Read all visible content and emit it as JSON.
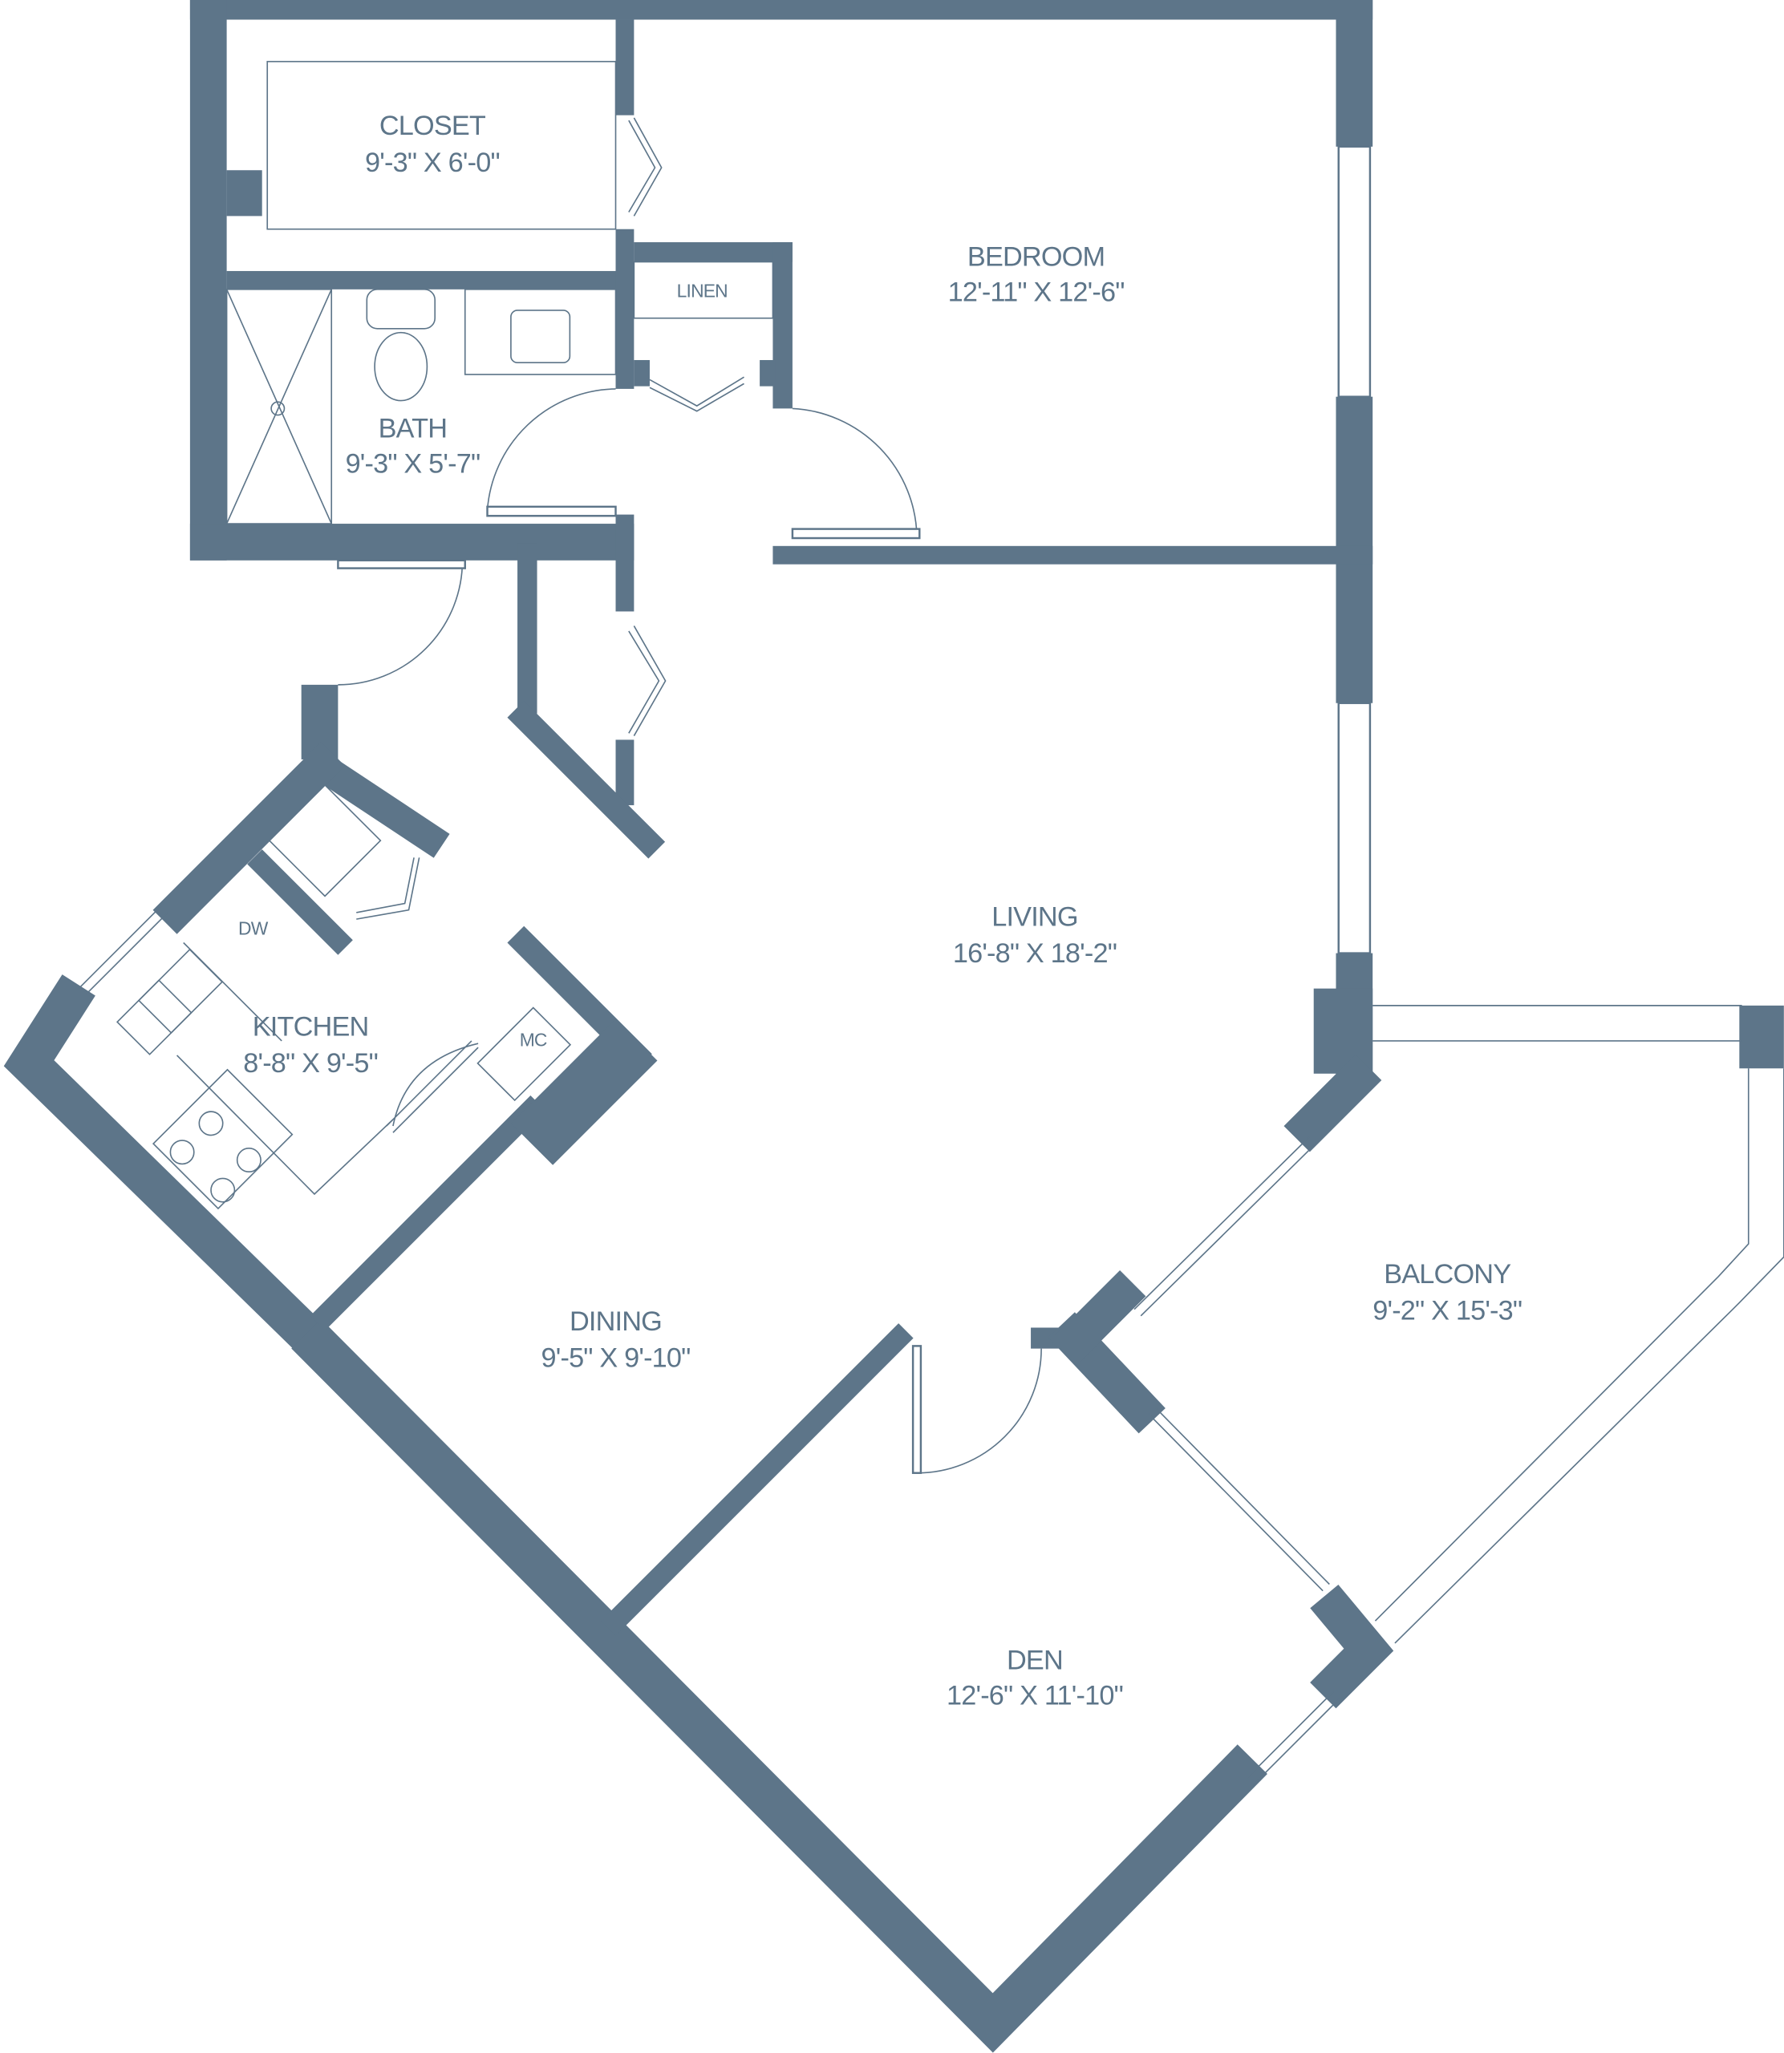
{
  "plan": {
    "wall_color": "#5d7589",
    "rooms": {
      "closet": {
        "name": "CLOSET",
        "size": "9'-3\" X 6'-0\""
      },
      "bedroom": {
        "name": "BEDROOM",
        "size": "12'-11\" X 12'-6\""
      },
      "bath": {
        "name": "BATH",
        "size": "9'-3\" X 5'-7\""
      },
      "living": {
        "name": "LIVING",
        "size": "16'-8\" X 18'-2\""
      },
      "kitchen": {
        "name": "KITCHEN",
        "size": "8'-8\" X 9'-5\""
      },
      "dining": {
        "name": "DINING",
        "size": "9'-5\" X 9'-10\""
      },
      "balcony": {
        "name": "BALCONY",
        "size": "9'-2\" X 15'-3\""
      },
      "den": {
        "name": "DEN",
        "size": "12'-6\" X 11'-10\""
      }
    },
    "fixtures": {
      "linen": "LINEN",
      "dw": "DW",
      "mc": "MC"
    }
  }
}
